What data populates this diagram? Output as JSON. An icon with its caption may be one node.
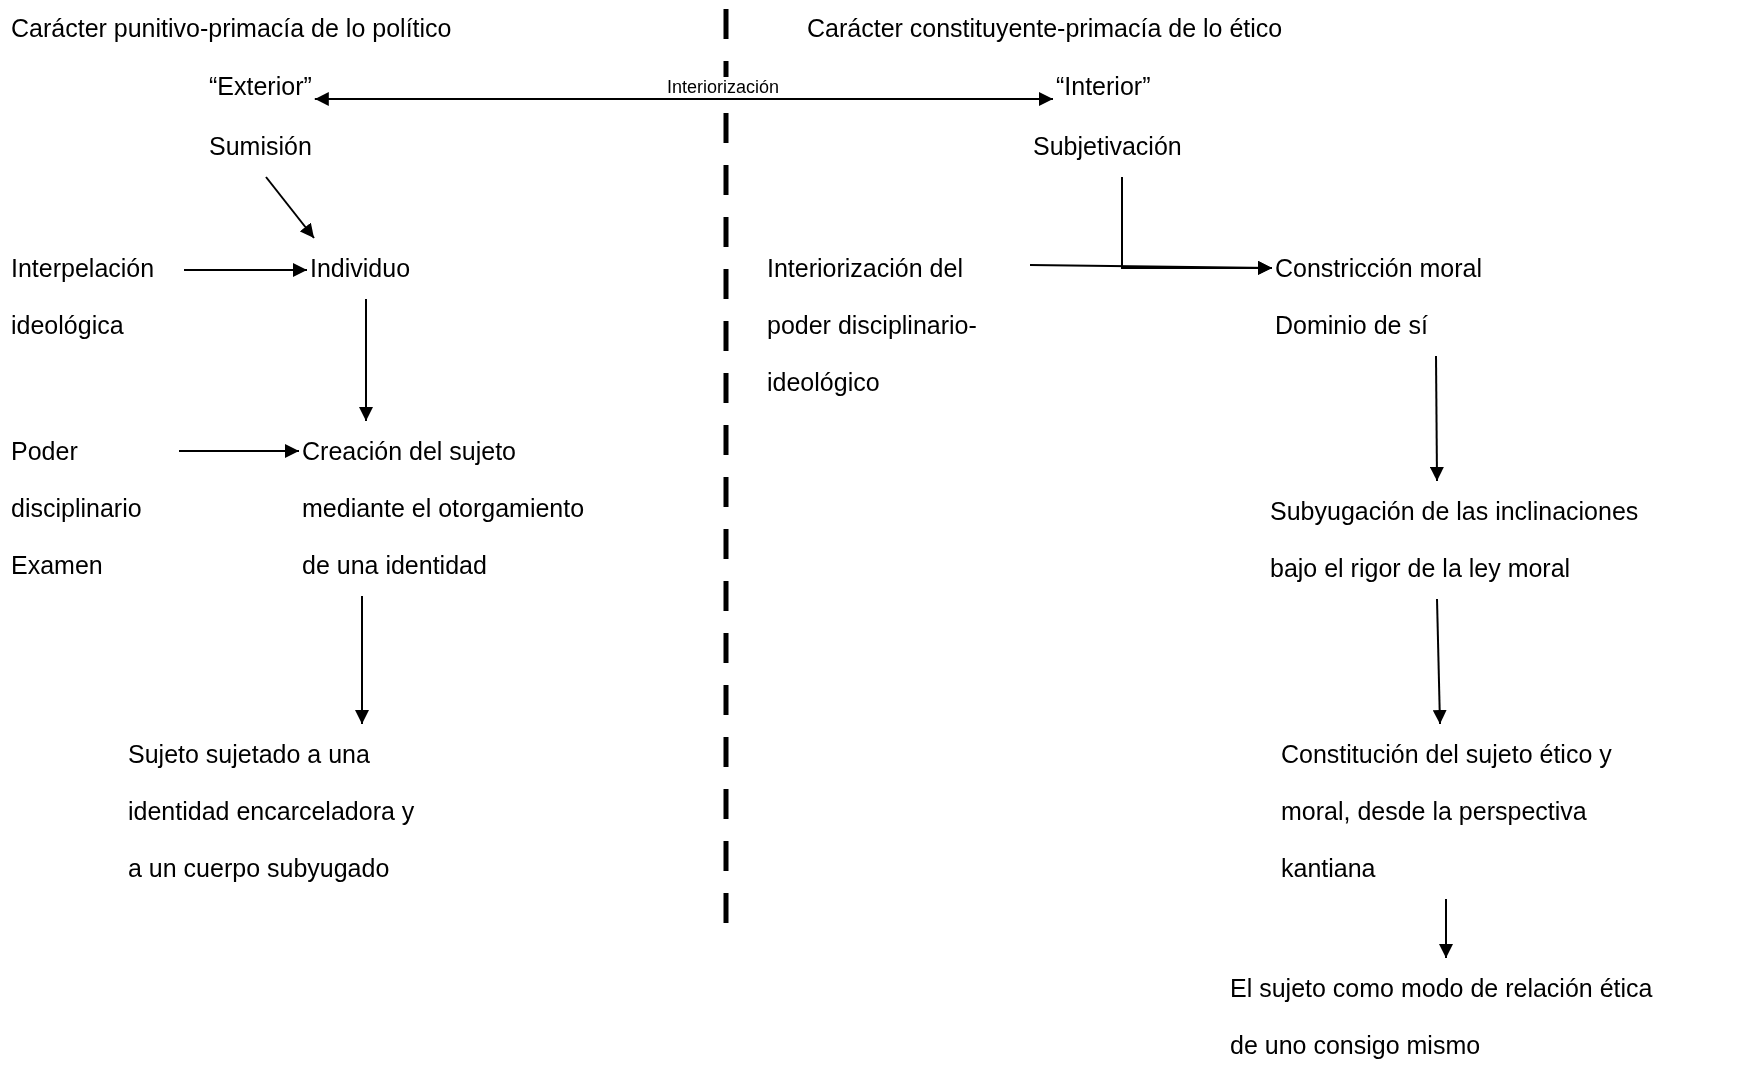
{
  "diagram": {
    "nodes": [
      {
        "text": [
          "“Exterior”"
        ]
      },
      {
        "text": [
          "“Interior”"
        ]
      },
      {
        "text": [
          "Sumisión"
        ]
      },
      {
        "text": [
          "Subjetivación"
        ]
      },
      {
        "text": [
          "Interpelación ideológica"
        ]
      },
      {
        "text": [
          "Individuo"
        ]
      },
      {
        "text": [
          "Interiorización del poder disciplinario- ideológico"
        ]
      },
      {
        "text": [
          "Constricción moral",
          "Dominio de sí"
        ]
      },
      {
        "text": [
          "Poder disciplinario Examen"
        ]
      },
      {
        "text": [
          "Creación del sujeto mediante el otorgamiento de una identidad"
        ]
      },
      {
        "text": [
          "Subyugación de las inclinaciones bajo el rigor de la ley moral"
        ]
      },
      {
        "text": [
          "Sujeto sujetado a una identidad encarceladora y a un cuerpo subyugado"
        ]
      },
      {
        "text": [
          "Constitución del sujeto ético y moral, desde la perspectiva kantiana"
        ]
      },
      {
        "text": [
          "El sujeto como modo de relación ética de uno consigo mismo"
        ]
      }
    ],
    "edges": [
      {
        "from": 0,
        "to": 1,
        "arrow": "both",
        "label": "Interiorización"
      },
      {
        "from": 2,
        "to": 5,
        "arrow": "to"
      },
      {
        "from": 4,
        "to": 5,
        "arrow": "to"
      },
      {
        "from": 6,
        "to": 7,
        "arrow": "to"
      },
      {
        "from": 3,
        "to": 7,
        "arrow": "to"
      },
      {
        "from": 5,
        "to": 9,
        "arrow": "to"
      },
      {
        "from": 7,
        "to": 10,
        "arrow": "to"
      },
      {
        "from": 8,
        "to": 9,
        "arrow": "to"
      },
      {
        "from": 9,
        "to": 11,
        "arrow": "to"
      },
      {
        "from": 10,
        "to": 12,
        "arrow": "to"
      },
      {
        "from": 12,
        "to": 13,
        "arrow": "to"
      }
    ],
    "labels": [
      "Carácter punitivo-primacía de lo político",
      "Carácter constituyente-primacía de lo ético"
    ]
  }
}
